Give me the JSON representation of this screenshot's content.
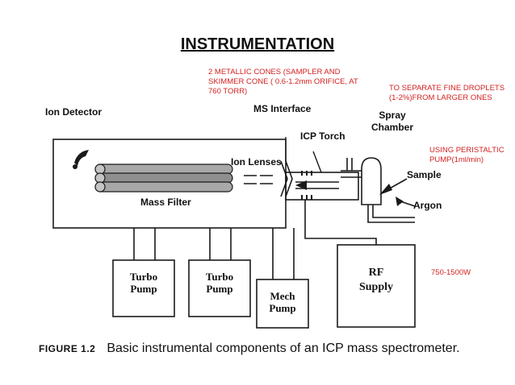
{
  "title": "INSTRUMENTATION",
  "notes": {
    "cones_line1": "2 METALLIC CONES (SAMPLER AND",
    "cones_line2": "SKIMMER CONE (  0.6-1.2mm ORIFICE, AT",
    "cones_line3": "760 TORR)",
    "droplets_line1": "TO SEPARATE FINE DROPLETS",
    "droplets_line2": "(1-2%)FROM LARGER ONES",
    "pump_line1": "USING PERISTALTIC",
    "pump_line2": "PUMP(1ml/min)",
    "power": "750-1500W"
  },
  "labels": {
    "ion_detector": "Ion Detector",
    "ms_interface": "MS Interface",
    "icp_torch": "ICP Torch",
    "spray_line1": "Spray",
    "spray_line2": "Chamber",
    "ion_lenses": "Ion Lenses",
    "mass_filter": "Mass Filter",
    "sample": "Sample",
    "argon": "Argon",
    "turbo1_line1": "Turbo",
    "turbo1_line2": "Pump",
    "turbo2_line1": "Turbo",
    "turbo2_line2": "Pump",
    "mech_line1": "Mech",
    "mech_line2": "Pump",
    "rf_line1": "RF",
    "rf_line2": "Supply"
  },
  "caption": {
    "figure": "FIGURE 1.2",
    "text": "Basic instrumental components of an ICP mass spectrometer."
  },
  "colors": {
    "note": "#d42020",
    "line": "#1a1a1a",
    "rod": "#9a9a9a"
  }
}
